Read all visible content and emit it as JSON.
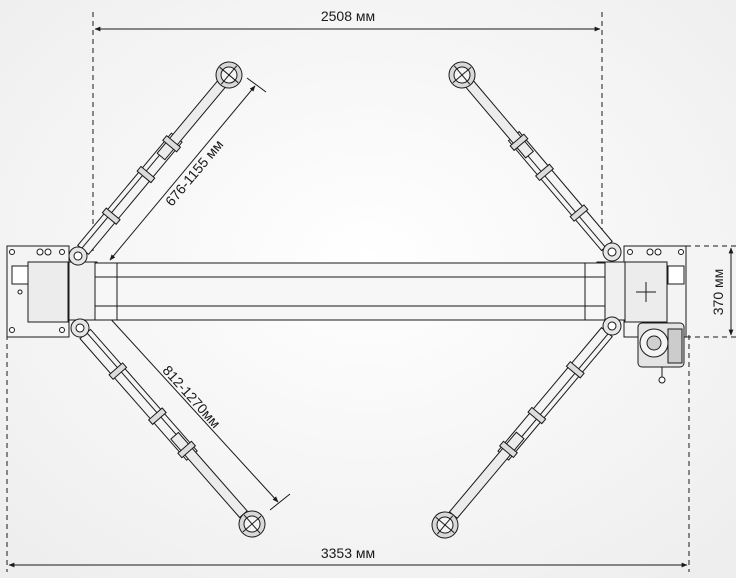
{
  "dimensions": {
    "top_width": "2508 мм",
    "front_arm_length": "676-1155 мм",
    "rear_arm_length": "812-1270мм",
    "column_depth": "370 мм",
    "overall_width": "3353 мм"
  },
  "colors": {
    "background": "#ffffff",
    "line": "#1a1a1a",
    "fill": "#f4f4f4",
    "fill_dark": "#d8d8d8"
  }
}
